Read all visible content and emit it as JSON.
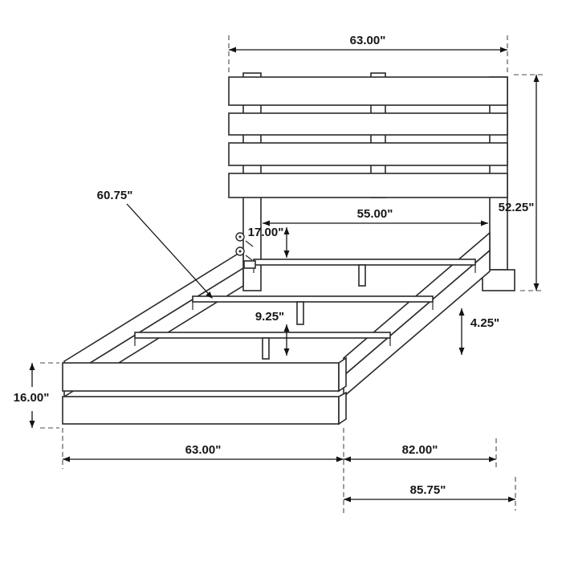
{
  "page": {
    "background": "#ffffff"
  },
  "drawing": {
    "type": "furniture-dimension-diagram",
    "subject": "plank bed frame with slatted headboard, side rails and footboard",
    "line_color": "#2a2a2a",
    "labels": {
      "headboard_width": "63.00\"",
      "headboard_height": "52.25\"",
      "slat_length": "60.75\"",
      "inner_width": "55.00\"",
      "headboard_to_slat": "17.00\"",
      "slat_support_height": "9.25\"",
      "side_rail_height": "4.25\"",
      "footboard_height": "16.00\"",
      "footboard_width": "63.00\"",
      "rail_length": "82.00\"",
      "overall_length": "85.75\""
    }
  }
}
